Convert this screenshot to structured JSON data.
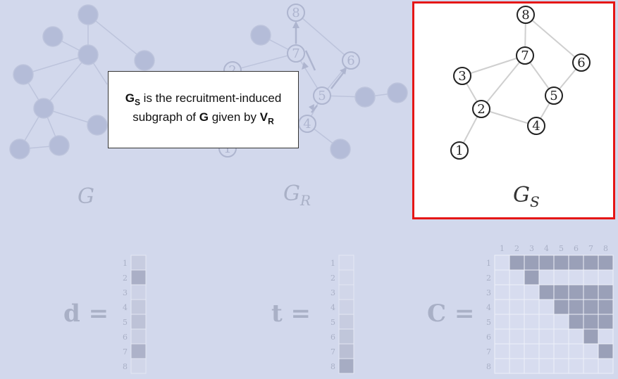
{
  "panels": {
    "g_label": "G",
    "gr_label": {
      "main": "G",
      "sub": "R"
    },
    "gs_label": {
      "main": "G",
      "sub": "S"
    }
  },
  "callout": {
    "line1_bold": "G",
    "line1_sub": "S",
    "line1_rest": " is the recruitment-induced",
    "line2_pre": "subgraph of ",
    "line2_bold": "G",
    "line2_mid": " given by ",
    "line2_bold2": "V",
    "line2_sub": "R"
  },
  "gs_graph": {
    "nodes": [
      "1",
      "2",
      "3",
      "4",
      "5",
      "6",
      "7",
      "8"
    ],
    "edges": [
      [
        "1",
        "2"
      ],
      [
        "2",
        "3"
      ],
      [
        "2",
        "7"
      ],
      [
        "2",
        "4"
      ],
      [
        "3",
        "7"
      ],
      [
        "4",
        "5"
      ],
      [
        "5",
        "7"
      ],
      [
        "5",
        "6"
      ],
      [
        "6",
        "8"
      ],
      [
        "7",
        "8"
      ]
    ]
  },
  "gr_graph": {
    "labeled_nodes": [
      "8",
      "7",
      "6",
      "5",
      "4",
      "1",
      "2"
    ]
  },
  "vectors": {
    "d": {
      "label": "d =",
      "row_labels": [
        "1",
        "2",
        "3",
        "4",
        "5",
        "6",
        "7",
        "8"
      ],
      "shades": [
        0.25,
        0.7,
        0.15,
        0.3,
        0.4,
        0.2,
        0.65,
        0.1
      ]
    },
    "t": {
      "label": "t =",
      "row_labels": [
        "1",
        "2",
        "3",
        "4",
        "5",
        "6",
        "7",
        "8"
      ],
      "shades": [
        0.05,
        0.08,
        0.1,
        0.15,
        0.25,
        0.35,
        0.45,
        0.75
      ]
    }
  },
  "matrix": {
    "label": "C =",
    "col_labels": [
      "1",
      "2",
      "3",
      "4",
      "5",
      "6",
      "7",
      "8"
    ],
    "row_labels": [
      "1",
      "2",
      "3",
      "4",
      "5",
      "6",
      "7",
      "8"
    ],
    "filled": [
      [
        0,
        1,
        1,
        1,
        1,
        1,
        1,
        1
      ],
      [
        0,
        0,
        1,
        0,
        0,
        0,
        0,
        0
      ],
      [
        0,
        0,
        0,
        1,
        1,
        1,
        1,
        1
      ],
      [
        0,
        0,
        0,
        0,
        1,
        1,
        1,
        1
      ],
      [
        0,
        0,
        0,
        0,
        0,
        1,
        1,
        1
      ],
      [
        0,
        0,
        0,
        0,
        0,
        0,
        1,
        0
      ],
      [
        0,
        0,
        0,
        0,
        0,
        0,
        0,
        1
      ],
      [
        0,
        0,
        0,
        0,
        0,
        0,
        0,
        0
      ]
    ]
  },
  "colors": {
    "overlay": "#d2d8ec",
    "faded_node": "#b4bcd8",
    "faded_edge": "#bdc4dc",
    "faded_text": "#a9b0c6",
    "cell_filled": "#9aa0b8",
    "cell_empty": "#d7dcef",
    "highlight_border": "#e51616"
  }
}
